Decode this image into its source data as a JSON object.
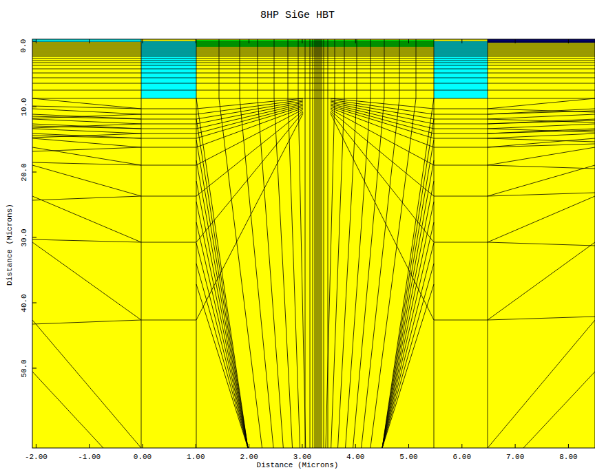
{
  "diagram": {
    "title": "8HP SiGe HBT",
    "labels": [
      "-2.00",
      "-1.00",
      "0.00",
      "1.00",
      "2.00",
      "3.00",
      "4.00",
      "5.00",
      "6.00",
      "7.00",
      "8.00",
      "Distance (Microns)",
      "0.0",
      "10.0",
      "20.0",
      "30.0",
      "40.0",
      "50.0",
      "Distance (Microns)"
    ]
  }
}
